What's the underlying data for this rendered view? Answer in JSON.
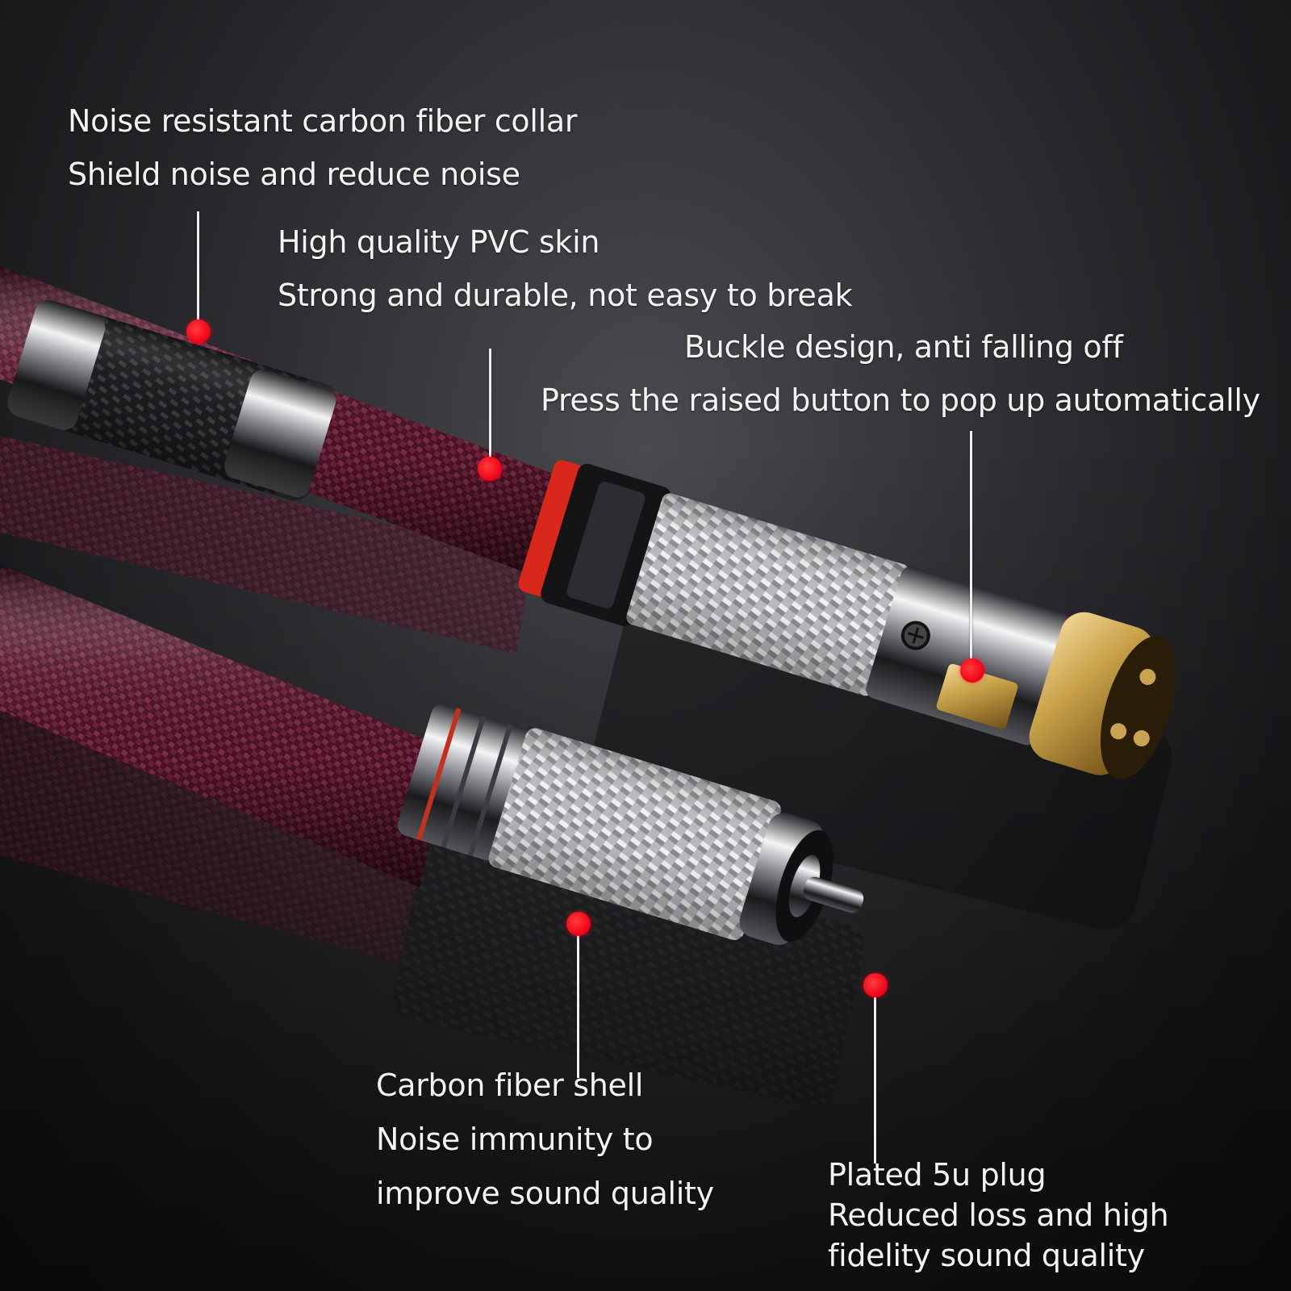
{
  "colors": {
    "background": "#2c2c30",
    "cable_jacket": "#5a1a2e",
    "callout_dot": "#f2071b",
    "caption_text": "#f4f4f4",
    "gold_plating": "#c9a24a",
    "red_ring": "#d8281c"
  },
  "callouts": {
    "collar": {
      "line1": "Noise resistant carbon fiber collar",
      "line2": "Shield noise and reduce noise"
    },
    "pvc": {
      "line1": "High quality PVC skin",
      "line2": "Strong and durable, not easy to break"
    },
    "buckle": {
      "line1": "Buckle design, anti falling off",
      "line2": "Press the raised button to pop up automatically"
    },
    "shell": {
      "line1": "Carbon fiber shell",
      "line2": "Noise immunity to",
      "line3": "improve sound quality"
    },
    "plug": {
      "line1": "Plated 5u plug",
      "line2": "Reduced loss and high",
      "line3": "fidelity sound quality"
    }
  }
}
